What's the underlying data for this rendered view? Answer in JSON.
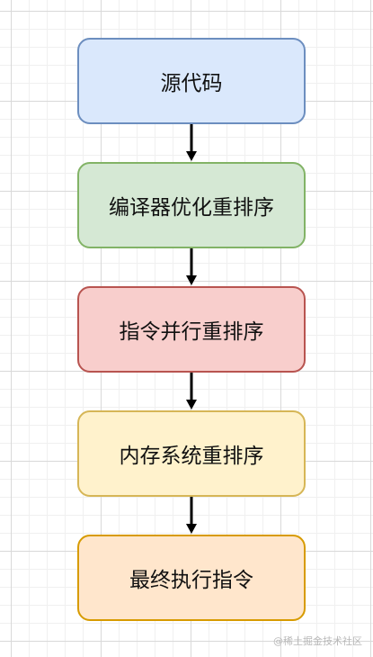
{
  "flow": {
    "nodes": [
      {
        "label": "源代码",
        "fill": "#dae8fc",
        "stroke": "#6c8ebf"
      },
      {
        "label": "编译器优化重排序",
        "fill": "#d5e8d4",
        "stroke": "#82b366"
      },
      {
        "label": "指令并行重排序",
        "fill": "#f8cecc",
        "stroke": "#b85450"
      },
      {
        "label": "内存系统重排序",
        "fill": "#fff2cc",
        "stroke": "#d6b656"
      },
      {
        "label": "最终执行指令",
        "fill": "#ffe6cc",
        "stroke": "#d79b00"
      }
    ],
    "arrow_color": "#000000"
  },
  "watermark": "@稀土掘金技术社区"
}
